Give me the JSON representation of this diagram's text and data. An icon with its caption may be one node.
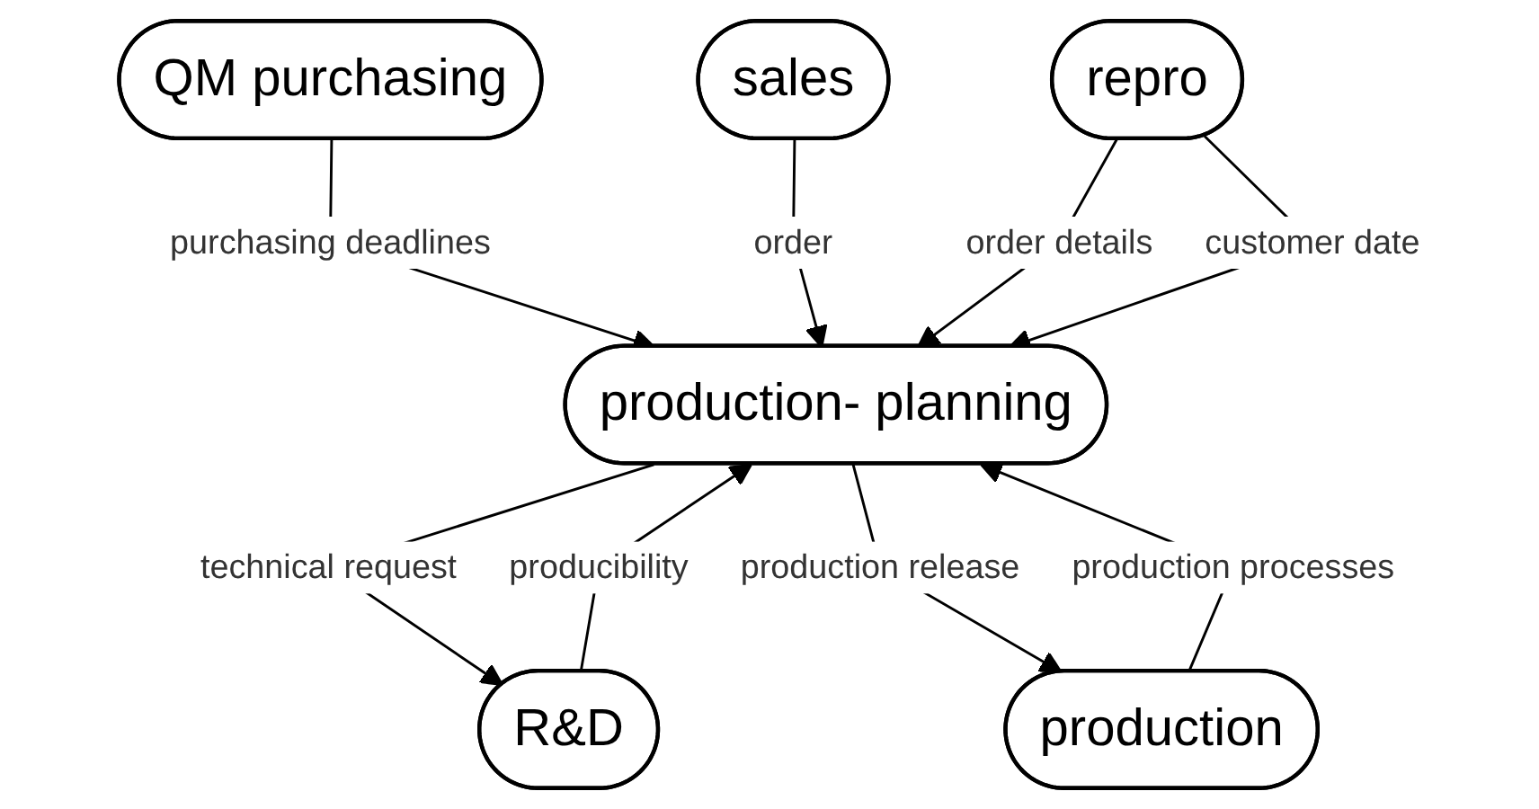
{
  "diagram": {
    "nodes": [
      {
        "text": [
          "QM purchasing"
        ]
      },
      {
        "text": [
          "sales"
        ]
      },
      {
        "text": [
          "production- planning"
        ]
      },
      {
        "text": [
          "repro"
        ]
      },
      {
        "text": [
          "R&D"
        ]
      },
      {
        "text": [
          "production"
        ]
      }
    ],
    "edges": [
      {
        "from": 0,
        "to": 2,
        "arrow": "to",
        "label": "purchasing deadlines"
      },
      {
        "from": 1,
        "to": 2,
        "arrow": "to",
        "label": "order"
      },
      {
        "from": 3,
        "to": 2,
        "arrow": "to",
        "label": "order details"
      },
      {
        "from": 3,
        "to": 2,
        "arrow": "to",
        "label": "customer date"
      },
      {
        "from": 4,
        "to": 2,
        "arrow": "to",
        "label": "producibility"
      },
      {
        "from": 2,
        "to": 4,
        "arrow": "to",
        "label": "technical request"
      },
      {
        "from": 2,
        "to": 5,
        "arrow": "to",
        "label": "production release"
      },
      {
        "from": 5,
        "to": 2,
        "arrow": "to",
        "label": "production processes"
      }
    ]
  }
}
